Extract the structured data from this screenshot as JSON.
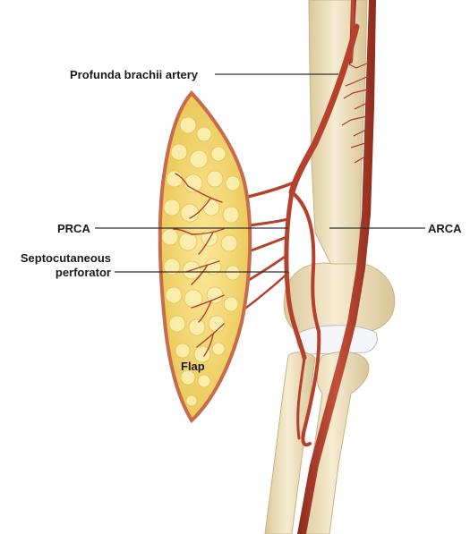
{
  "labels": {
    "profunda": "Profunda brachii artery",
    "prca": "PRCA",
    "arca": "ARCA",
    "septo_line1": "Septocutaneous",
    "septo_line2": "perforator",
    "flap": "Flap"
  },
  "colors": {
    "artery": "#b5402c",
    "artery_dark": "#8a2a1c",
    "bone": "#efe2c3",
    "bone_shadow": "#d8c59b",
    "cartilage": "#f4f4f6",
    "flap_fill": "#f2d672",
    "flap_border": "#c86a4c",
    "leader": "#333333"
  }
}
